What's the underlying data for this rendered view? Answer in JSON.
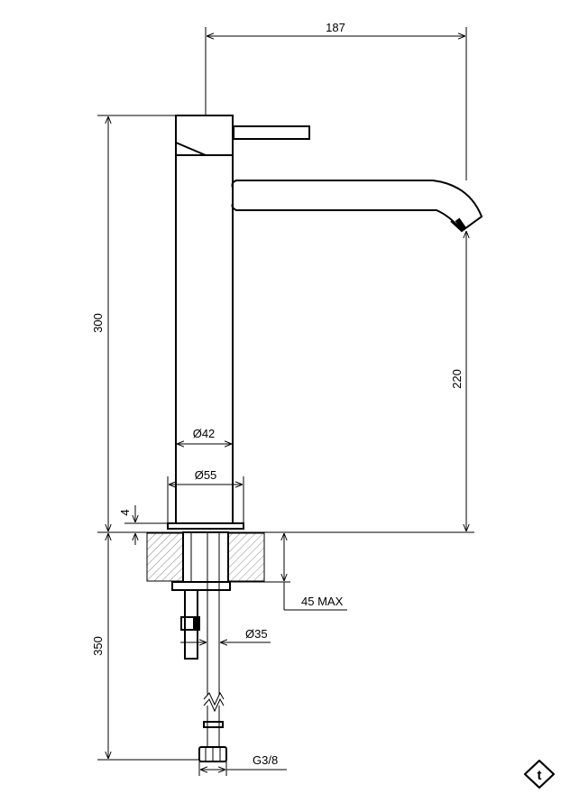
{
  "dimensions": {
    "total_width": "187",
    "body_height": "300",
    "spout_height": "220",
    "body_diameter": "Ø42",
    "base_diameter": "Ø55",
    "base_thickness": "4",
    "below_deck_length": "350",
    "counter_thickness": "45 MAX",
    "hole_diameter": "Ø35",
    "connection": "G3/8"
  },
  "logo": {
    "letter": "t"
  }
}
